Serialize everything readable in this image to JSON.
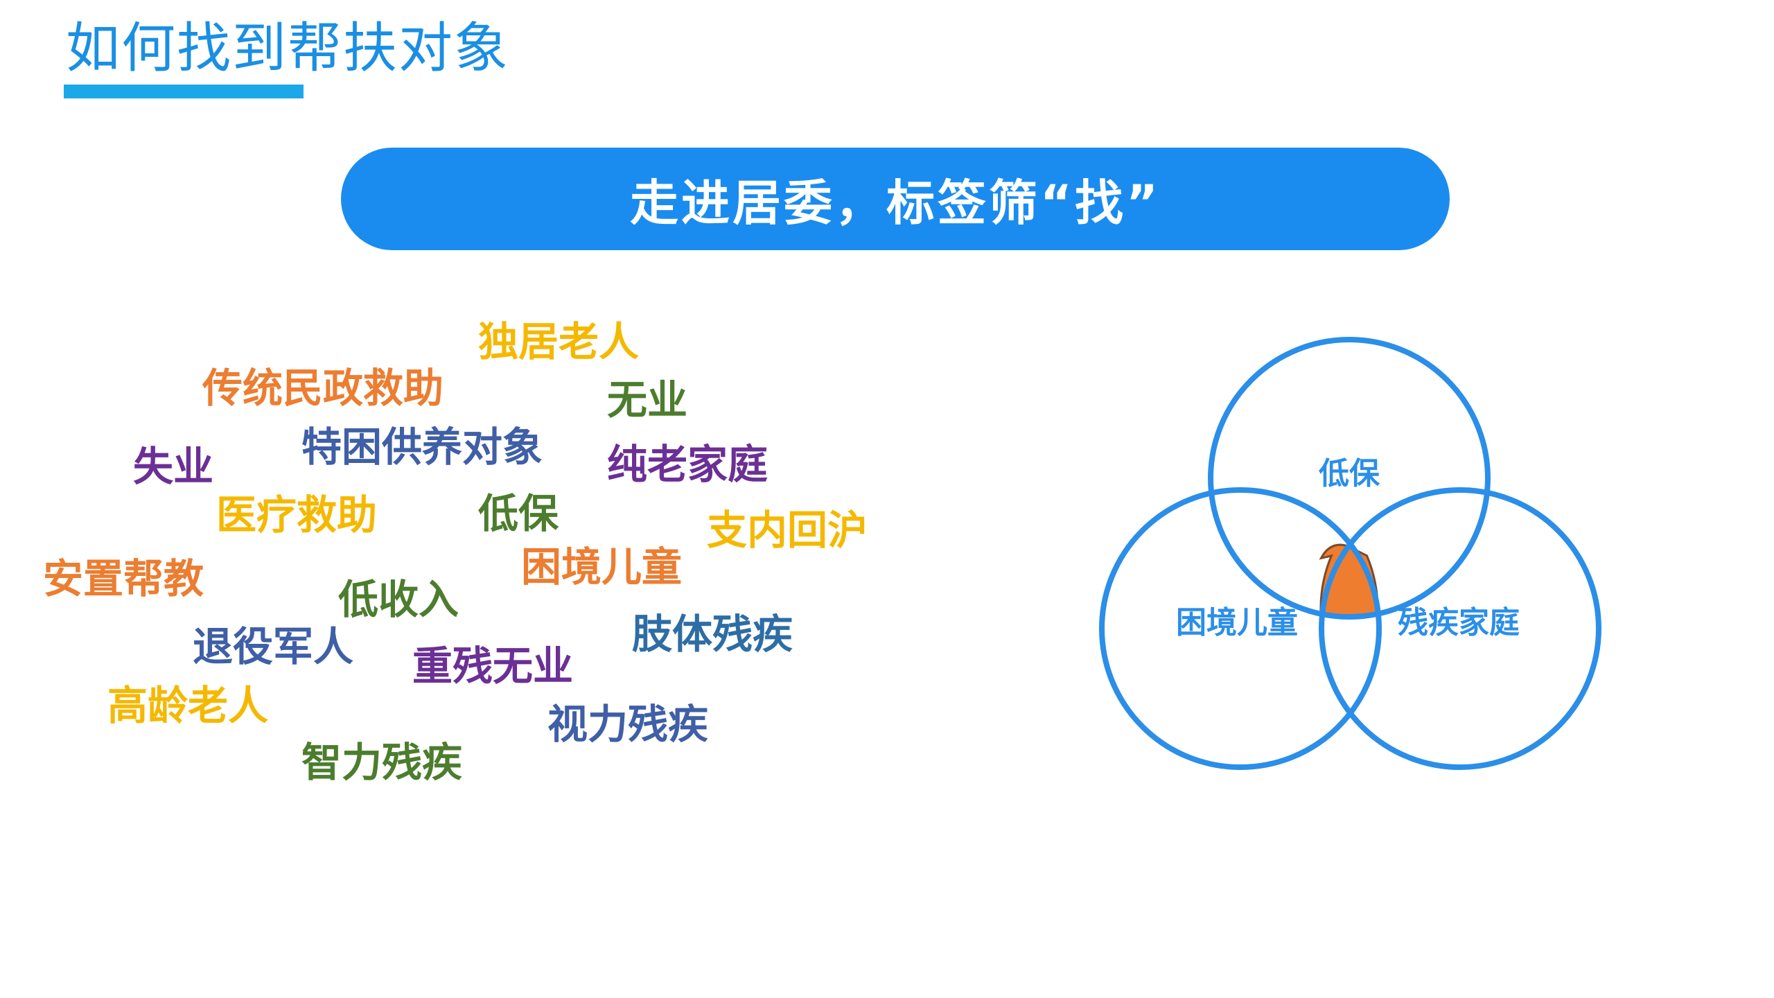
{
  "page_title": "如何找到帮扶对象",
  "banner_text": "走进居委，标签筛“找”",
  "colors": {
    "title": "#1a8fe3",
    "underline": "#1ba8e8",
    "banner": "#1a8cf0",
    "venn_stroke": "#2b8ee8",
    "venn_intersection": "#ee7d2f"
  },
  "tags": [
    {
      "text": "独居老人",
      "color": "#f5b800"
    },
    {
      "text": "传统民政救助",
      "color": "#ec7d31"
    },
    {
      "text": "无业",
      "color": "#4c7d2e"
    },
    {
      "text": "特困供养对象",
      "color": "#3f5fa6"
    },
    {
      "text": "失业",
      "color": "#6b2f95"
    },
    {
      "text": "纯老家庭",
      "color": "#6b2f95"
    },
    {
      "text": "医疗救助",
      "color": "#f5b800"
    },
    {
      "text": "低保",
      "color": "#4c7d2e"
    },
    {
      "text": "支内回沪",
      "color": "#f5b800"
    },
    {
      "text": "安置帮教",
      "color": "#ec7d31"
    },
    {
      "text": "困境儿童",
      "color": "#ec7d31"
    },
    {
      "text": "低收入",
      "color": "#4c7d2e"
    },
    {
      "text": "肢体残疾",
      "color": "#2e6da4"
    },
    {
      "text": "退役军人",
      "color": "#3f5fa6"
    },
    {
      "text": "重残无业",
      "color": "#6b2f95"
    },
    {
      "text": "高龄老人",
      "color": "#f5b800"
    },
    {
      "text": "视力残疾",
      "color": "#3f5fa6"
    },
    {
      "text": "智力残疾",
      "color": "#4c7d2e"
    }
  ],
  "venn": {
    "top_label": "低保",
    "left_label": "困境儿童",
    "right_label": "残疾家庭"
  }
}
